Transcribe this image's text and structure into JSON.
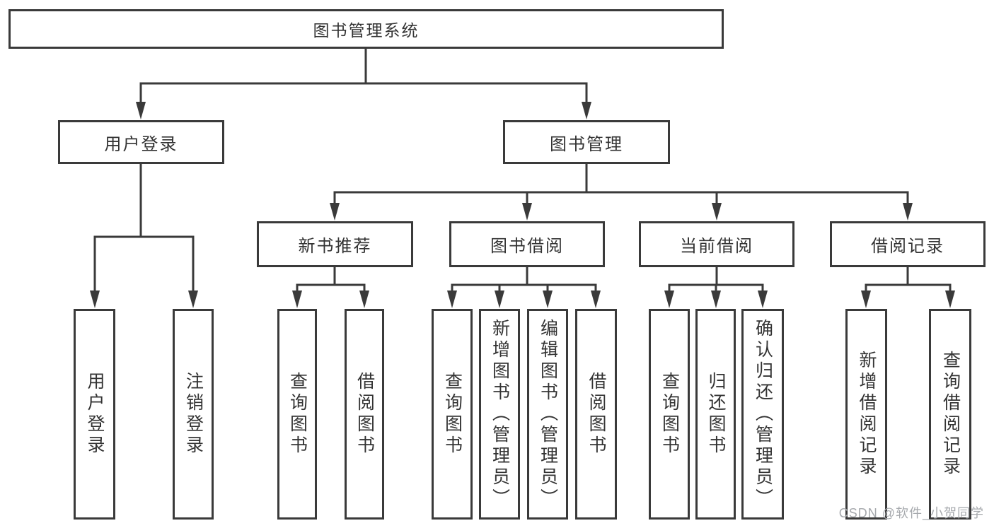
{
  "title": "图书管理系统",
  "watermark": "CSDN @软件_小贺同学",
  "colors": {
    "line": "#3a3a3a",
    "text": "#333333",
    "box_background": "#ffffff",
    "page_background": "#ffffff",
    "watermark": "#a6a9ad"
  },
  "branches": [
    {
      "label": "用户登录",
      "children": [
        {
          "label": "用户登录"
        },
        {
          "label": "注销登录"
        }
      ]
    },
    {
      "label": "图书管理",
      "children": [
        {
          "label": "新书推荐",
          "children": [
            {
              "label": "查询图书"
            },
            {
              "label": "借阅图书"
            }
          ]
        },
        {
          "label": "图书借阅",
          "children": [
            {
              "label": "查询图书"
            },
            {
              "label": "新增图书（管理员）"
            },
            {
              "label": "编辑图书（管理员）"
            },
            {
              "label": "借阅图书"
            }
          ]
        },
        {
          "label": "当前借阅",
          "children": [
            {
              "label": "查询图书"
            },
            {
              "label": "归还图书"
            },
            {
              "label": "确认归还（管理员）"
            }
          ]
        },
        {
          "label": "借阅记录",
          "children": [
            {
              "label": "新增借阅记录"
            },
            {
              "label": "查询借阅记录"
            }
          ]
        }
      ]
    }
  ]
}
